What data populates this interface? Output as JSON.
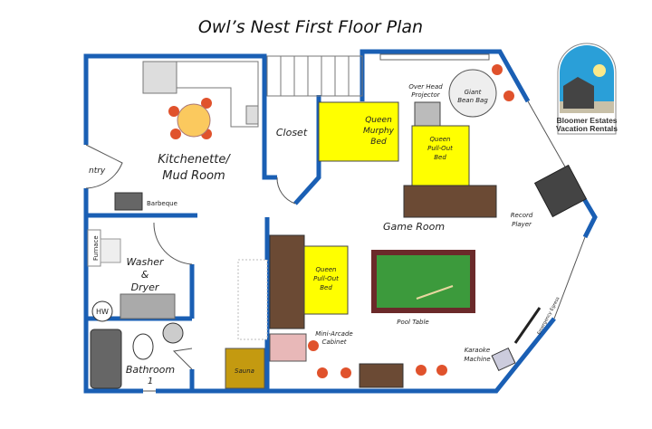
{
  "title": "Owl’s Nest First Floor Plan",
  "rooms": {
    "kitchen": [
      "Kitchenette/",
      "Mud Room"
    ],
    "entry": "ntry",
    "closet": "Closet",
    "game_room": "Game Room",
    "washer": [
      "Washer",
      "&",
      "Dryer"
    ],
    "bathroom": [
      "Bathroom",
      "1"
    ]
  },
  "items": {
    "barbeque": "Barbeque",
    "furnace": "Furnace",
    "hw": "HW",
    "murphy_bed": [
      "Queen",
      "Murphy",
      "Bed"
    ],
    "pullout_top": [
      "Queen",
      "Pull-Out",
      "Bed"
    ],
    "pullout_left": [
      "Queen",
      "Pull-Out",
      "Bed"
    ],
    "projector": [
      "Over Head",
      "Projector"
    ],
    "bean_bag": [
      "Giant",
      "Bean Bag"
    ],
    "record_player": [
      "Record",
      "Player"
    ],
    "pool_table": "Pool Table",
    "arcade": [
      "Mini-Arcade",
      "Cabinet"
    ],
    "sauna": "Sauna",
    "karaoke": [
      "Karaoke",
      "Machine"
    ],
    "egress": "Emergency Egress"
  },
  "logo": {
    "line1": "Bloomer Estates",
    "line2": "Vacation Rentals"
  },
  "colors": {
    "wall": "#1a5fb4",
    "bed": "#ffff00",
    "sofa": "#6b4a34",
    "felt": "#3c9a3c",
    "chair": "#e0522c"
  }
}
